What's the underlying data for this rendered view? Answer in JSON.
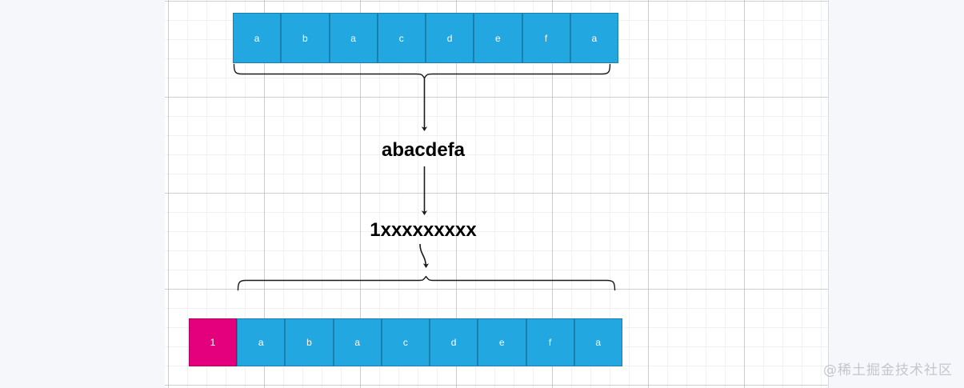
{
  "canvas": {
    "background_color": "#ffffff",
    "page_background_color": "#f5f7fa",
    "grid_line_color": "#aaafb9"
  },
  "colors": {
    "cell_blue": "#23a7e0",
    "cell_blue_border": "#1a7fad",
    "cell_pink": "#e4007c",
    "cell_pink_border": "#b3005f",
    "stroke": "#1a1a1a",
    "text": "#000000",
    "watermark": "#c3c7cd"
  },
  "arrays": {
    "top": {
      "name": "original-character-array",
      "cells": [
        {
          "value": "a",
          "color": "blue"
        },
        {
          "value": "b",
          "color": "blue"
        },
        {
          "value": "a",
          "color": "blue"
        },
        {
          "value": "c",
          "color": "blue"
        },
        {
          "value": "d",
          "color": "blue"
        },
        {
          "value": "e",
          "color": "blue"
        },
        {
          "value": "f",
          "color": "blue"
        },
        {
          "value": "a",
          "color": "blue"
        }
      ]
    },
    "bottom": {
      "name": "prefixed-character-array",
      "cells": [
        {
          "value": "1",
          "color": "pink"
        },
        {
          "value": "a",
          "color": "blue"
        },
        {
          "value": "b",
          "color": "blue"
        },
        {
          "value": "a",
          "color": "blue"
        },
        {
          "value": "c",
          "color": "blue"
        },
        {
          "value": "d",
          "color": "blue"
        },
        {
          "value": "e",
          "color": "blue"
        },
        {
          "value": "f",
          "color": "blue"
        },
        {
          "value": "a",
          "color": "blue"
        }
      ]
    }
  },
  "labels": {
    "decoded_string": "abacdefa",
    "encoded_string": "1xxxxxxxxx"
  },
  "connectors": {
    "top_brace_label": "",
    "bottom_brace_label": "",
    "arrow_one_label": "",
    "arrow_two_label": "",
    "arrow_three_label": ""
  },
  "watermark": {
    "text": "@稀土掘金技术社区"
  }
}
